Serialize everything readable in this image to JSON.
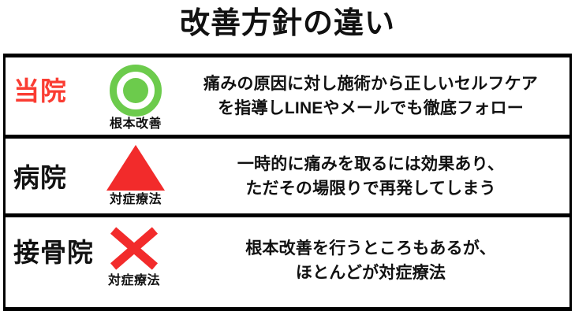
{
  "header": {
    "title": "改善方針の違い"
  },
  "colors": {
    "accent_red": "#fa3c32",
    "symbol_red": "#f22b2b",
    "symbol_green": "#6ccb4c",
    "text_black": "#111111",
    "border_black": "#000000",
    "background": "#ffffff"
  },
  "table": {
    "rows": [
      {
        "provider": "当院",
        "provider_highlighted": true,
        "symbol": "double-circle-icon",
        "symbol_label": "根本改善",
        "description_lines": [
          "痛みの原因に対し施術から正しいセルフケア",
          "を指導しLINEやメールでも徹底フォロー"
        ]
      },
      {
        "provider": "病院",
        "provider_highlighted": false,
        "symbol": "triangle-icon",
        "symbol_label": "対症療法",
        "description_lines": [
          "一時的に痛みを取るには効果あり、",
          "ただその場限りで再発してしまう"
        ]
      },
      {
        "provider": "接骨院",
        "provider_highlighted": false,
        "symbol": "cross-icon",
        "symbol_label": "対症療法",
        "description_lines": [
          "根本改善を行うところもあるが、",
          "ほとんどが対症療法"
        ]
      }
    ]
  }
}
